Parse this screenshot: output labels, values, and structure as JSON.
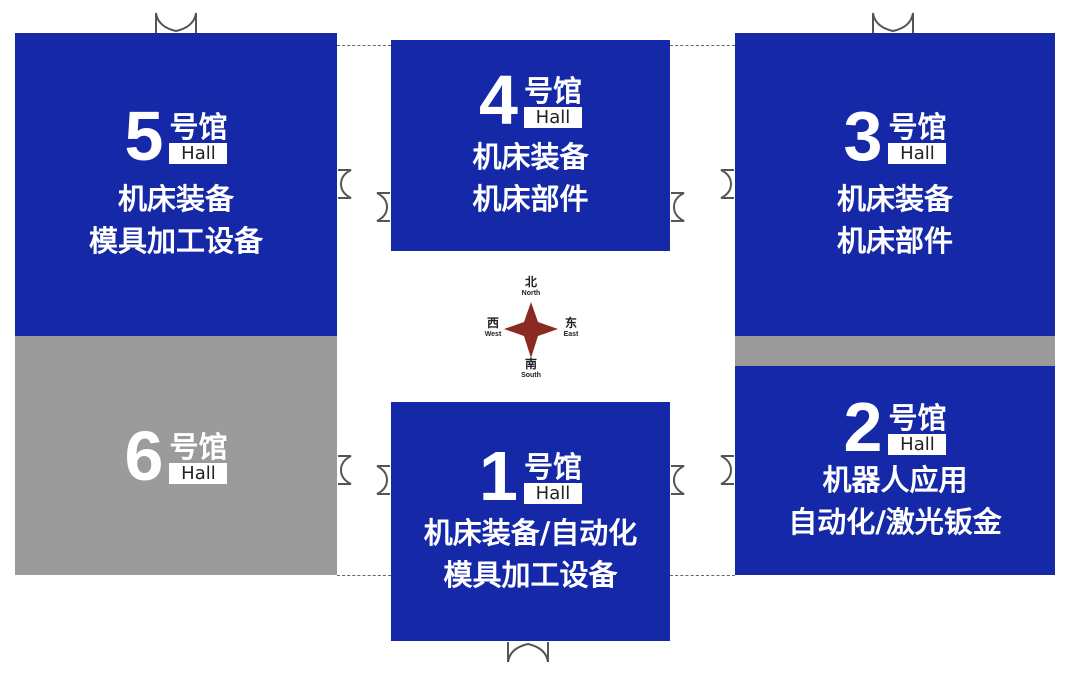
{
  "halls": [
    {
      "number": "5",
      "suffix": "号馆",
      "hall": "Hall",
      "lines": [
        "机床装备",
        "模具加工设备"
      ]
    },
    {
      "number": "4",
      "suffix": "号馆",
      "hall": "Hall",
      "lines": [
        "机床装备",
        "机床部件"
      ]
    },
    {
      "number": "3",
      "suffix": "号馆",
      "hall": "Hall",
      "lines": [
        "机床装备",
        "机床部件"
      ]
    },
    {
      "number": "6",
      "suffix": "号馆",
      "hall": "Hall",
      "lines": []
    },
    {
      "number": "1",
      "suffix": "号馆",
      "hall": "Hall",
      "lines": [
        "机床装备/自动化",
        "模具加工设备"
      ]
    },
    {
      "number": "2",
      "suffix": "号馆",
      "hall": "Hall",
      "lines": [
        "机器人应用",
        "自动化/激光钣金"
      ]
    }
  ],
  "compass": {
    "north": {
      "zh": "北",
      "en": "North"
    },
    "south": {
      "zh": "南",
      "en": "South"
    },
    "west": {
      "zh": "西",
      "en": "West"
    },
    "east": {
      "zh": "东",
      "en": "East"
    }
  },
  "colors": {
    "hall_blue": "#1428a8",
    "hall_gray": "#9b9b9b",
    "compass": "#8b2a22"
  }
}
